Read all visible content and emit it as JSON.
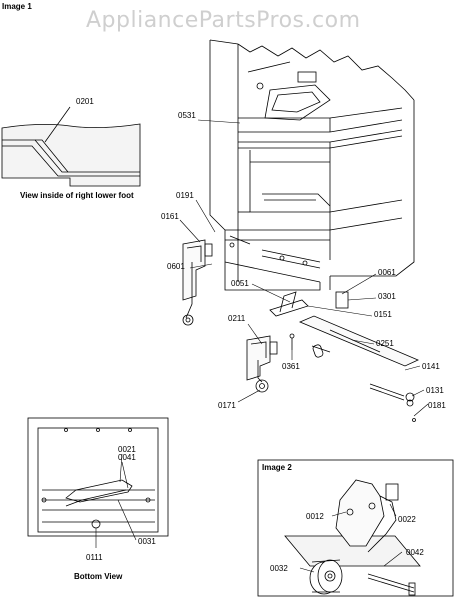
{
  "watermark": "AppliancePartsPros.com",
  "image1": {
    "title": "Image 1",
    "caption_foot": "View inside of right lower foot",
    "caption_bottom": "Bottom View",
    "parts": {
      "p0201": "0201",
      "p0531": "0531",
      "p0191": "0191",
      "p0161": "0161",
      "p0601": "0601",
      "p0051": "0051",
      "p0061": "0061",
      "p0301": "0301",
      "p0151": "0151",
      "p0211": "0211",
      "p0251": "0251",
      "p0361": "0361",
      "p0141": "0141",
      "p0131": "0131",
      "p0181": "0181",
      "p0171": "0171",
      "p0021": "0021",
      "p0041": "0041",
      "p0031": "0031",
      "p0111": "0111"
    }
  },
  "image2": {
    "title": "Image 2",
    "parts": {
      "p0012": "0012",
      "p0022": "0022",
      "p0042": "0042",
      "p0032": "0032"
    }
  }
}
